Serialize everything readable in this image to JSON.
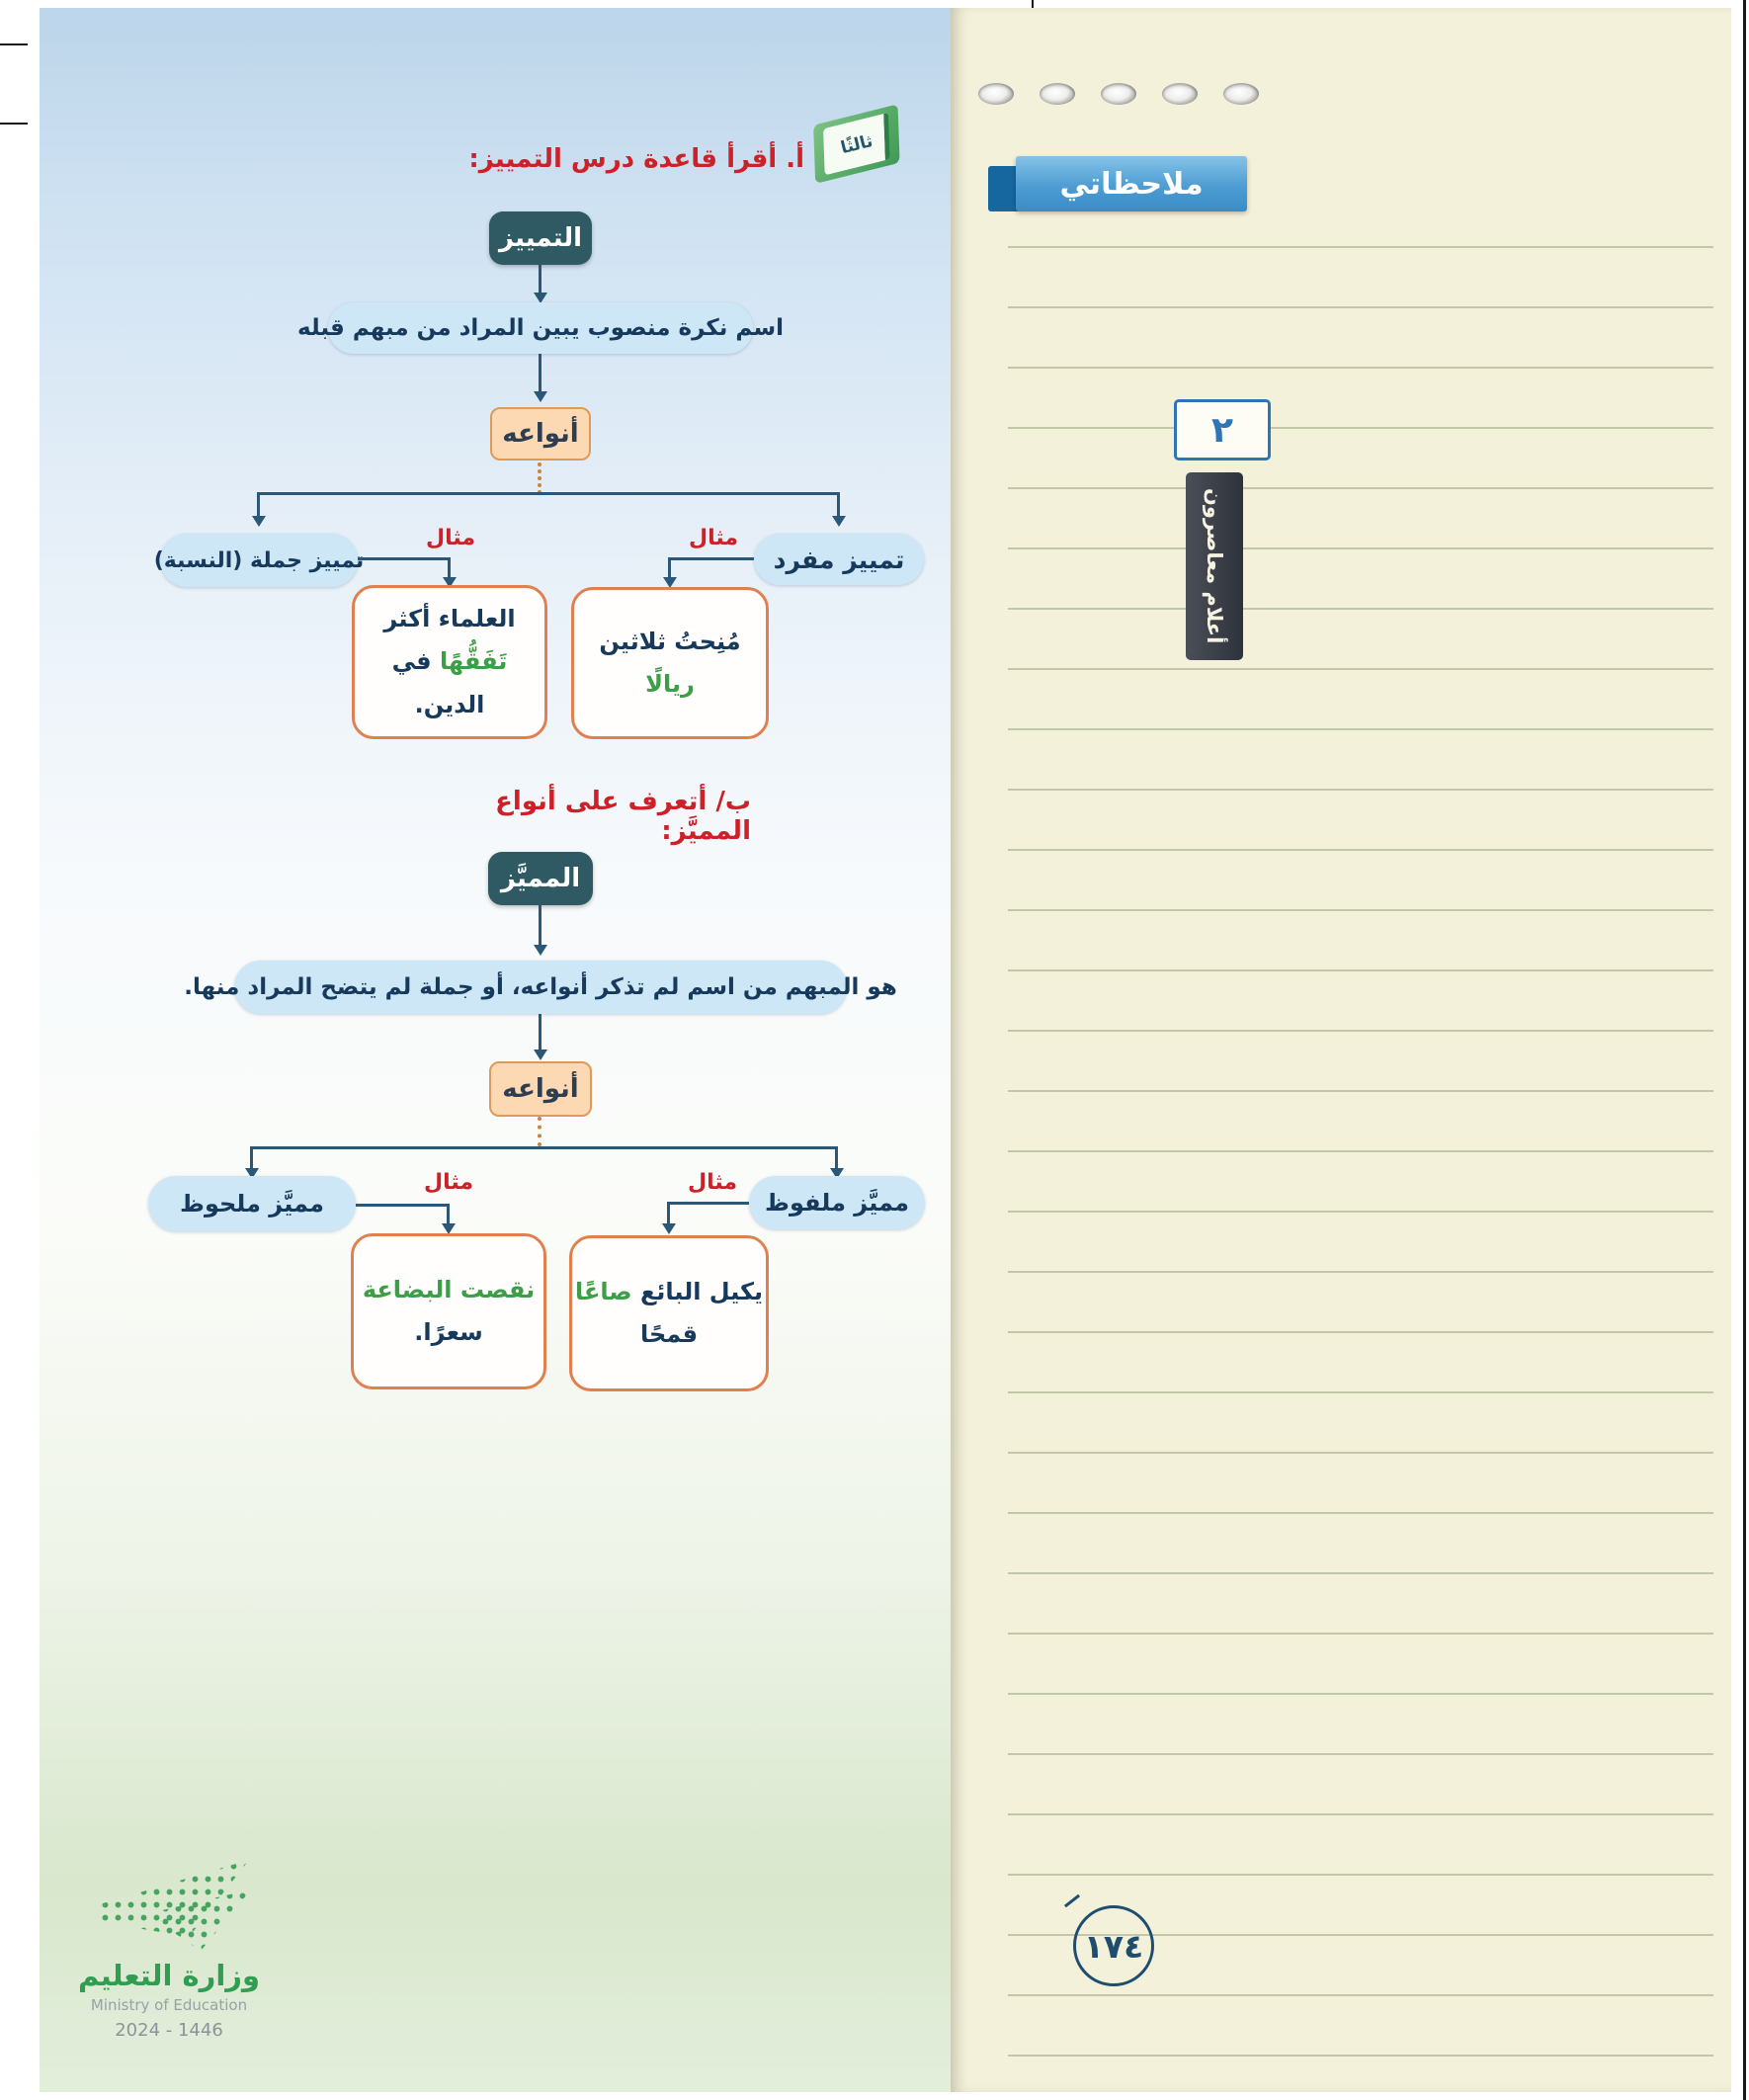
{
  "sidebar": {
    "notes_title": "ملاحظاتي",
    "unit_number": "٢",
    "side_tab": "أعلام معاصرون",
    "page_number": "١٧٤"
  },
  "headings": {
    "a": "أ. أقرأ قاعدة درس التمييز:",
    "book_label": "ثالثًا",
    "b": "ب/ أتعرف على أنواع المميَّز:"
  },
  "tamyeez": {
    "root": "التمييز",
    "definition": "اسم نكرة منصوب يبين المراد من مبهم قبله",
    "types": "أنواعه",
    "example_label": "مثال",
    "right": {
      "label": "تمييز مفرد",
      "line1_pre": "مُنِحتُ ثلاثين",
      "line1_green": "ريالًا"
    },
    "left": {
      "label": "تمييز جملة (النسبة)",
      "line1": "العلماء أكثر",
      "line2_green": "تَفَقُّهًا",
      "line2_post": "في الدين."
    }
  },
  "mumayyaz": {
    "root": "المميَّز",
    "definition": "هو المبهم من اسم لم تذكر أنواعه، أو جملة لم يتضح المراد منها.",
    "types": "أنواعه",
    "example_label": "مثال",
    "right": {
      "label": "مميَّز ملفوظ",
      "line1_pre": "يكيل البائع",
      "line1_green": "صاعًا",
      "line2": "قمحًا"
    },
    "left": {
      "label": "مميَّز ملحوظ",
      "line1_green": "نقصت البضاعة",
      "line2": "سعرًا."
    }
  },
  "footer": {
    "ministry_ar": "وزارة التعليم",
    "ministry_en": "Ministry of Education",
    "edition": "2024 - 1446"
  },
  "colors": {
    "accent_blue": "#3e92cc",
    "node_dark": "#2f5a63",
    "pill_blue": "#cde7f7",
    "peach": "#fcd9b2",
    "example_border": "#e08050",
    "green_word": "#3c9e47",
    "red_label": "#cc2128",
    "connector": "#2b5876"
  }
}
